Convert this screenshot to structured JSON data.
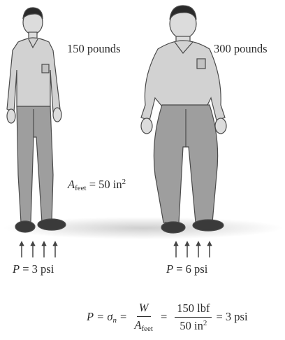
{
  "person_left": {
    "weight_label": "150 pounds"
  },
  "person_right": {
    "weight_label": "300 pounds"
  },
  "area_label": {
    "symbol": "A",
    "subscript": "feet",
    "equals": " = 50 in",
    "superscript": "2"
  },
  "pressure_left": {
    "symbol": "P",
    "text": " = 3 psi"
  },
  "pressure_right": {
    "symbol": "P",
    "text": " = 6 psi"
  },
  "formula": {
    "lhs_symbol": "P",
    "eq1": "=",
    "sigma": "σ",
    "sigma_subscript": "n",
    "eq2": "=",
    "frac1_num": "W",
    "frac1_den_symbol": "A",
    "frac1_den_subscript": "feet",
    "eq3": "=",
    "frac2_num": "150 lbf",
    "frac2_den": "50 in",
    "frac2_den_sup": "2",
    "result": "= 3 psi"
  },
  "colors": {
    "shirt": "#d2d2d2",
    "pants": "#9e9e9e",
    "skin": "#dcdcdc",
    "hair": "#2a2a2a",
    "shoes": "#3a3a3a",
    "line": "#4a4a4a",
    "floor": "#d9d9d9"
  }
}
